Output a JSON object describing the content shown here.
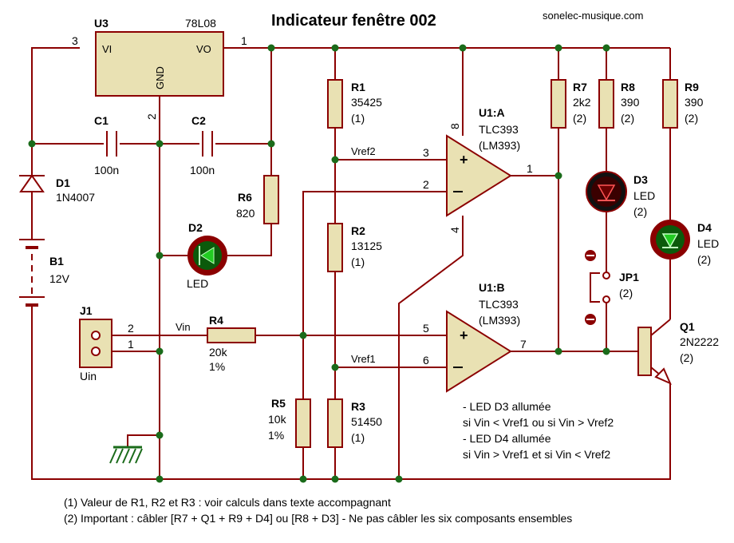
{
  "title": "Indicateur fenêtre 002",
  "site": "sonelec-musique.com",
  "u3": {
    "ref": "U3",
    "type": "78L08",
    "vi": "VI",
    "vo": "VO",
    "gnd": "GND",
    "pin_in": "3",
    "pin_out": "1",
    "pin_gnd": "2"
  },
  "c1": {
    "ref": "C1",
    "value": "100n"
  },
  "c2": {
    "ref": "C2",
    "value": "100n"
  },
  "d1": {
    "ref": "D1",
    "value": "1N4007"
  },
  "b1": {
    "ref": "B1",
    "value": "12V"
  },
  "j1": {
    "ref": "J1",
    "label": "Uin",
    "pin2": "2",
    "pin1": "1"
  },
  "vin_label": "Vin",
  "r4": {
    "ref": "R4",
    "value": "20k",
    "tol": "1%"
  },
  "r5": {
    "ref": "R5",
    "value": "10k",
    "tol": "1%"
  },
  "r6": {
    "ref": "R6",
    "value": "820"
  },
  "d2": {
    "ref": "D2",
    "value": "LED"
  },
  "r1": {
    "ref": "R1",
    "value": "35425",
    "note": "(1)"
  },
  "r2": {
    "ref": "R2",
    "value": "13125",
    "note": "(1)"
  },
  "r3": {
    "ref": "R3",
    "value": "51450",
    "note": "(1)"
  },
  "vref2": "Vref2",
  "vref1": "Vref1",
  "u1a": {
    "ref": "U1:A",
    "type": "TLC393",
    "alt": "(LM393)",
    "pin_plus": "3",
    "pin_minus": "2",
    "pin_out": "1",
    "pin_vcc": "8",
    "pin_gnd": "4"
  },
  "u1b": {
    "ref": "U1:B",
    "type": "TLC393",
    "alt": "(LM393)",
    "pin_plus": "5",
    "pin_minus": "6",
    "pin_out": "7"
  },
  "r7": {
    "ref": "R7",
    "value": "2k2",
    "note": "(2)"
  },
  "r8": {
    "ref": "R8",
    "value": "390",
    "note": "(2)"
  },
  "r9": {
    "ref": "R9",
    "value": "390",
    "note": "(2)"
  },
  "d3": {
    "ref": "D3",
    "value": "LED",
    "note": "(2)"
  },
  "d4": {
    "ref": "D4",
    "value": "LED",
    "note": "(2)"
  },
  "jp1": {
    "ref": "JP1",
    "note": "(2)"
  },
  "q1": {
    "ref": "Q1",
    "value": "2N2222",
    "note": "(2)"
  },
  "notes_right": [
    "- LED D3 allumée",
    "si Vin < Vref1 ou si Vin > Vref2",
    "- LED D4 allumée",
    "si Vin > Vref1 et si Vin < Vref2"
  ],
  "footnotes": [
    "(1) Valeur de R1, R2 et R3 : voir calculs dans texte accompagnant",
    "(2) Important : câbler [R7 + Q1 + R9 + D4] ou [R8 + D3] - Ne pas câbler les six composants ensembles"
  ],
  "colors": {
    "wire": "#8b0000",
    "node": "#1a6b1a",
    "body": "#e9e1b3",
    "led_on": "#22cc22",
    "led_off": "#8b0000"
  }
}
